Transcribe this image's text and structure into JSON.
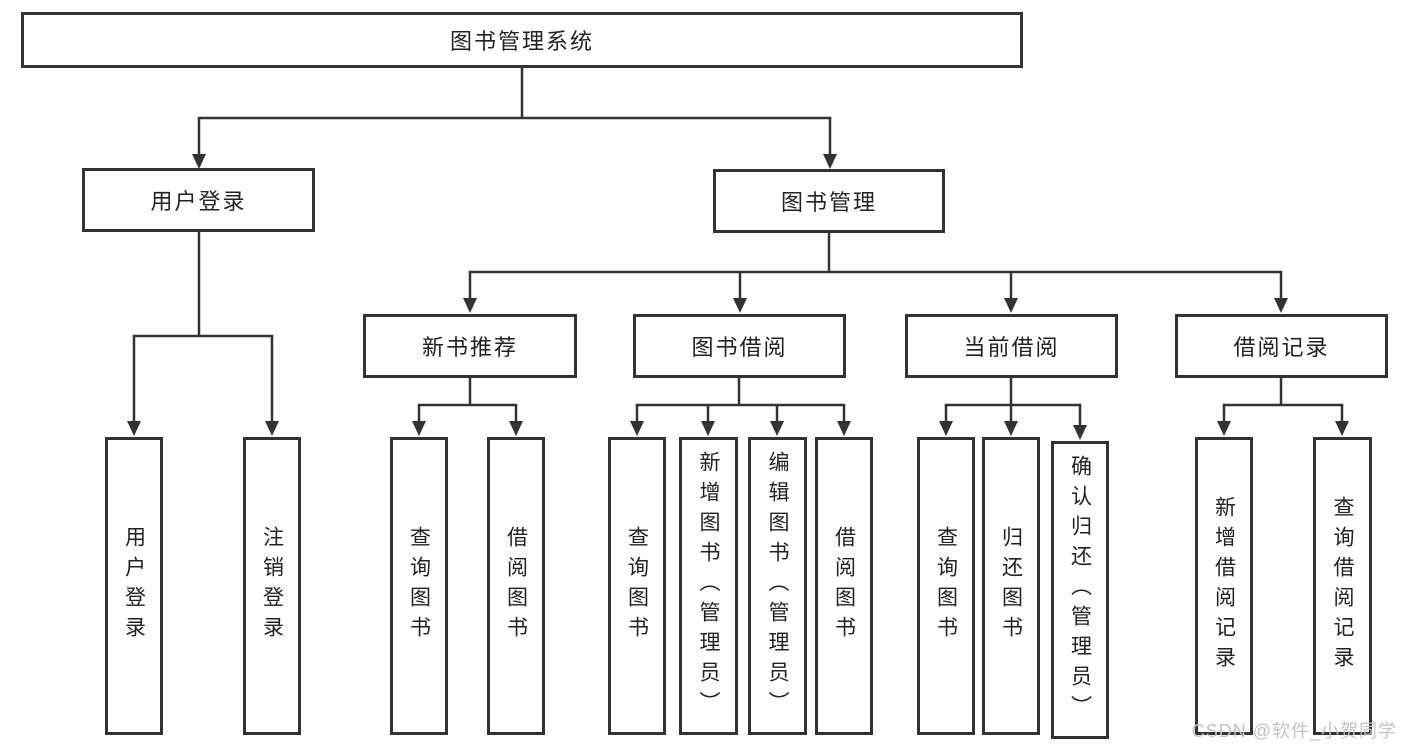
{
  "colors": {
    "line": "#333333",
    "text": "#222222",
    "watermark": "#c3c3c3"
  },
  "watermark": {
    "text": "CSDN @软件_小贺同学"
  },
  "tree": {
    "root": {
      "label": "图书管理系统"
    },
    "level2": [
      {
        "label": "用户登录"
      },
      {
        "label": "图书管理"
      }
    ],
    "user_login_children": [
      {
        "label": "用户登录"
      },
      {
        "label": "注销登录"
      }
    ],
    "level3": [
      {
        "label": "新书推荐"
      },
      {
        "label": "图书借阅"
      },
      {
        "label": "当前借阅"
      },
      {
        "label": "借阅记录"
      }
    ],
    "new_book_children": [
      {
        "label": "查询图书"
      },
      {
        "label": "借阅图书"
      }
    ],
    "borrow_children": [
      {
        "label": "查询图书"
      },
      {
        "label": "新增图书（管理员）"
      },
      {
        "label": "编辑图书（管理员）"
      },
      {
        "label": "借阅图书"
      }
    ],
    "current_children": [
      {
        "label": "查询图书"
      },
      {
        "label": "归还图书"
      },
      {
        "label": "确认归还（管理员）"
      }
    ],
    "records_children": [
      {
        "label": "新增借阅记录"
      },
      {
        "label": "查询借阅记录"
      }
    ]
  }
}
